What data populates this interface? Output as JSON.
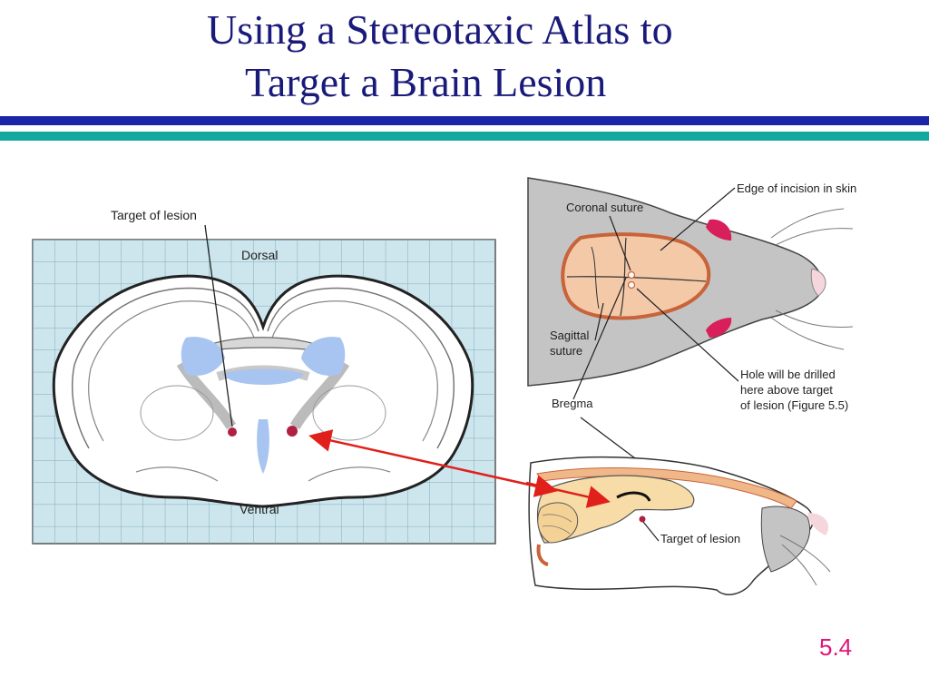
{
  "slide": {
    "title_line1": "Using a Stereotaxic Atlas to",
    "title_line2": "Target a Brain Lesion",
    "page_number": "5.4"
  },
  "coronal_section": {
    "target_label": "Target of lesion",
    "dorsal_label": "Dorsal",
    "ventral_label": "Ventral"
  },
  "skull_top_view": {
    "skin_incision_label": "Edge of incision in skin",
    "coronal_suture_label": "Coronal suture",
    "sagittal_suture_label_line1": "Sagittal",
    "sagittal_suture_label_line2": "suture",
    "bregma_label": "Bregma",
    "hole_label_line1": "Hole will be drilled",
    "hole_label_line2": "here above target",
    "hole_label_line3": "of lesion (Figure 5.5)"
  },
  "sagittal_view": {
    "target_label": "Target of lesion"
  },
  "colors": {
    "title": "#1a1a7a",
    "rule_blue": "#1b25a8",
    "rule_teal": "#13a89e",
    "grid_background": "#cde6ee",
    "ventricle_blue": "#a8c4f0",
    "lesion_target": "#b02040",
    "arrow": "#e0201a",
    "skull_outline": "#c8633a",
    "skull_fill": "#f4c9a8",
    "head_gray": "#c4c4c4",
    "ear_pink": "#d81e5b",
    "brain_tan": "#f7dca8",
    "page_number": "#e0157a"
  }
}
